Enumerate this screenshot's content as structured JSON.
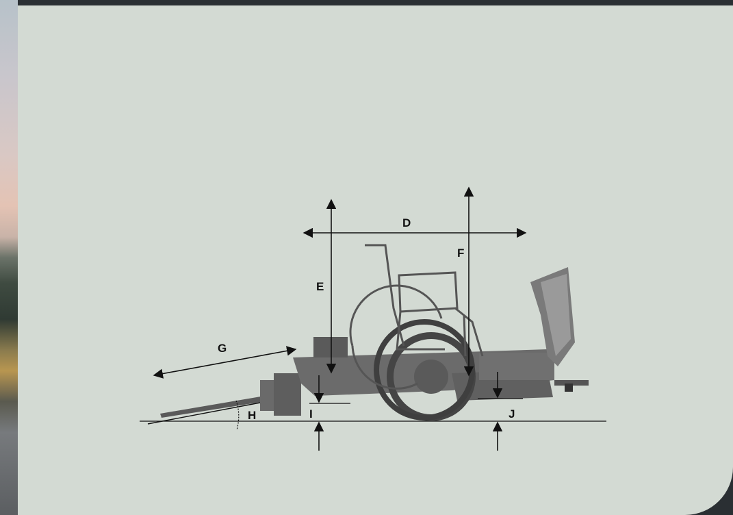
{
  "labels": {
    "D": "D",
    "E": "E",
    "F": "F",
    "G": "G",
    "H": "H",
    "I": "I",
    "J": "J"
  },
  "colors": {
    "panel": "#d3dad3",
    "machine": "#555555",
    "dimension_lines": "#111111"
  },
  "icons": {
    "wheelchair": "wheelchair-icon"
  }
}
